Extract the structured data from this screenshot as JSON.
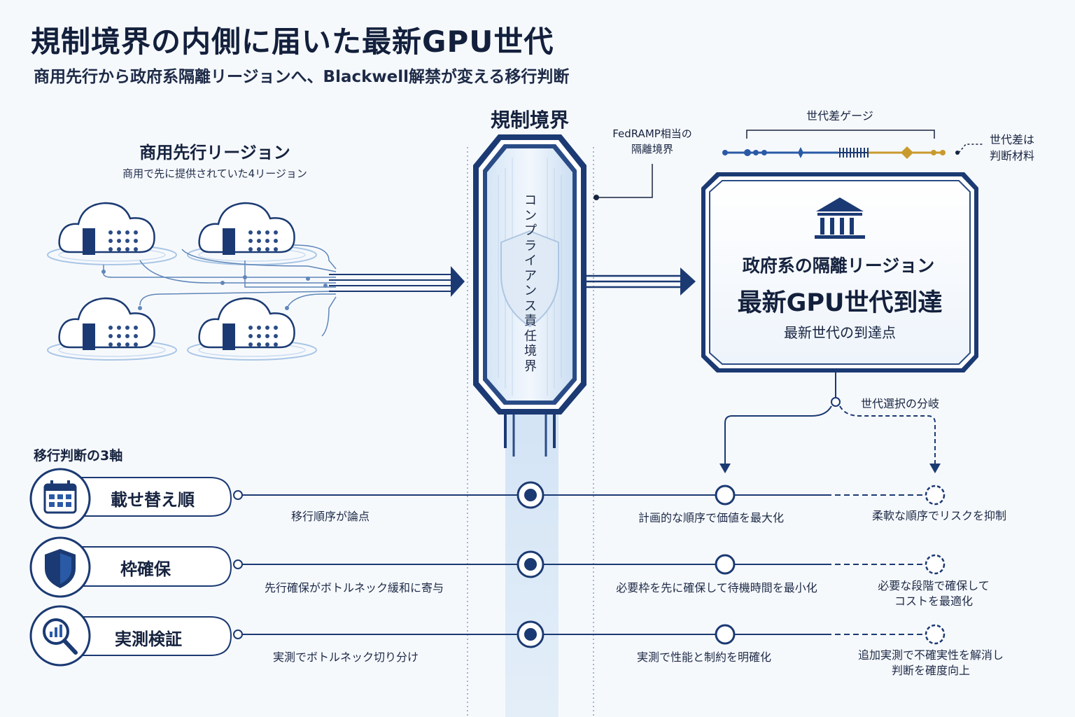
{
  "header": {
    "title": "規制境界の内側に届いた最新GPU世代",
    "subtitle": "商用先行から政府系隔離リージョンへ、Blackwell解禁が変える移行判断"
  },
  "commercial": {
    "title": "商用先行リージョン",
    "subtitle": "商用で先に提供されていた4リージョン"
  },
  "boundary": {
    "title": "規制境界",
    "vertical_label": "コンプライアンス責任境界",
    "fedramp_line1": "FedRAMP相当の",
    "fedramp_line2": "隔離境界"
  },
  "gauge": {
    "label": "世代差ゲージ",
    "side_line1": "世代差は",
    "side_line2": "判断材料"
  },
  "gov": {
    "region": "政府系の隔離リージョン",
    "headline": "最新GPU世代到達",
    "sub": "最新世代の到達点"
  },
  "branch": {
    "label": "世代選択の分岐"
  },
  "axes": {
    "title": "移行判断の3軸",
    "rows": [
      {
        "label": "載せ替え順",
        "icon": "calendar-icon",
        "note": "移行順序が論点",
        "solid": "計画的な順序で価値を最大化",
        "dashed_line1": "柔軟な順序でリスクを抑制",
        "dashed_line2": ""
      },
      {
        "label": "枠確保",
        "icon": "shield-icon",
        "note": "先行確保がボトルネック緩和に寄与",
        "solid": "必要枠を先に確保して待機時間を最小化",
        "dashed_line1": "必要な段階で確保して",
        "dashed_line2": "コストを最適化"
      },
      {
        "label": "実測検証",
        "icon": "magnifier-chart-icon",
        "note": "実測でボトルネック切り分け",
        "solid": "実測で性能と制約を明確化",
        "dashed_line1": "追加実測で不確実性を解消し",
        "dashed_line2": "判断を確度向上"
      }
    ]
  },
  "colors": {
    "navy": "#1b3a73",
    "dark": "#13203c",
    "accent_gold": "#c99a2e",
    "light_blue": "#cfe1f4"
  }
}
